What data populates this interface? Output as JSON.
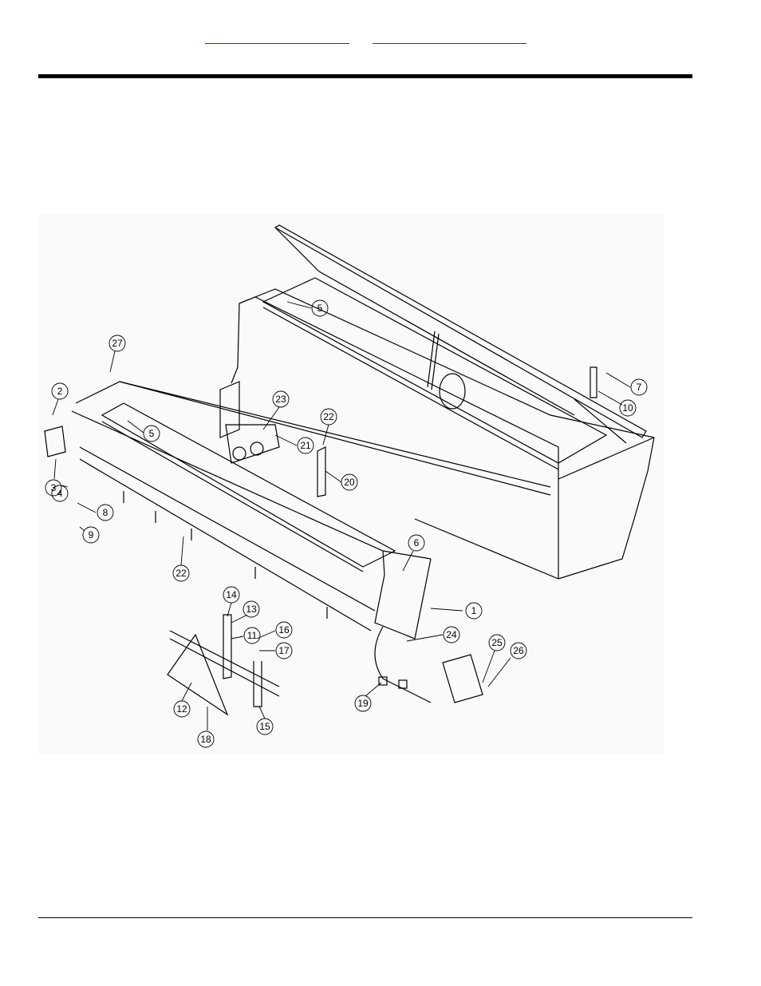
{
  "header": {
    "link1_text": "",
    "link2_text": ""
  },
  "diagram": {
    "callouts": [
      "1",
      "2",
      "3",
      "4",
      "5",
      "5",
      "6",
      "7",
      "8",
      "9",
      "10",
      "11",
      "12",
      "13",
      "14",
      "15",
      "16",
      "17",
      "18",
      "19",
      "20",
      "21",
      "22",
      "22",
      "23",
      "24",
      "25",
      "26",
      "27"
    ]
  }
}
